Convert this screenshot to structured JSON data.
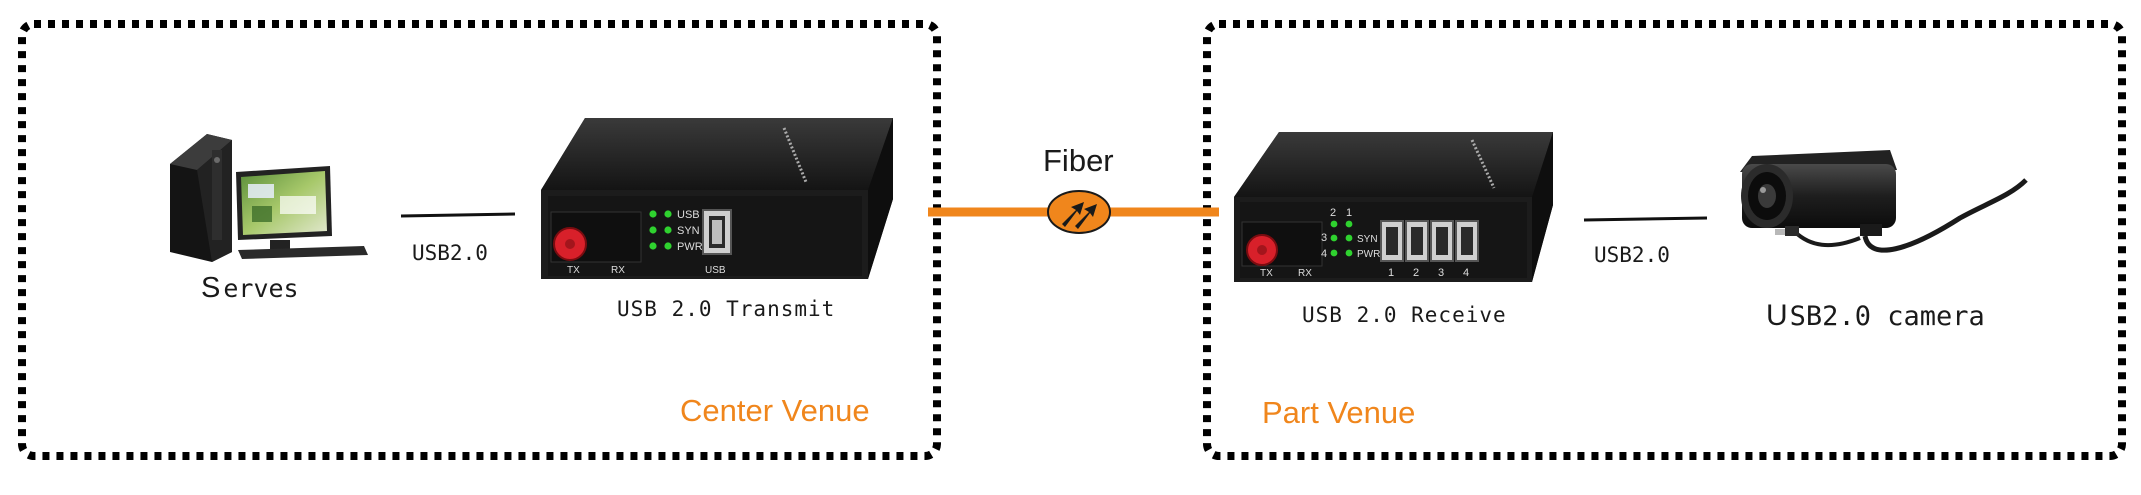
{
  "colors": {
    "accent_orange": "#f0861c",
    "device_black": "#1c1c1c",
    "led_green": "#2fd22f",
    "port_red": "#d8202a",
    "border_black": "#000000"
  },
  "zones": {
    "center": {
      "label": "Center Venue"
    },
    "part": {
      "label": "Part Venue"
    }
  },
  "link": {
    "label": "Fiber",
    "icon": "fiber-arrows-icon"
  },
  "server": {
    "label_initial": "S",
    "label_rest": "erves",
    "icon": "server-computer-icon"
  },
  "server_link": {
    "label": "USB2.0"
  },
  "transmitter": {
    "caption": "USB 2.0 Transmit",
    "icon": "converter-box-icon",
    "leds": [
      "USB",
      "SYN",
      "PWR"
    ],
    "port_labels": [
      "TX",
      "RX",
      "USB"
    ]
  },
  "receiver": {
    "caption": "USB 2.0 Receive",
    "icon": "converter-box-icon",
    "led_numbers": [
      "2",
      "1",
      "3",
      "4"
    ],
    "leds": [
      "SYN",
      "PWR"
    ],
    "port_labels": [
      "TX",
      "RX"
    ],
    "usb_numbers": [
      "1",
      "2",
      "3",
      "4"
    ]
  },
  "camera_link": {
    "label": "USB2.0"
  },
  "camera": {
    "label_initial": "U",
    "label_rest": "SB2.0 camera",
    "icon": "usb-camera-icon"
  }
}
